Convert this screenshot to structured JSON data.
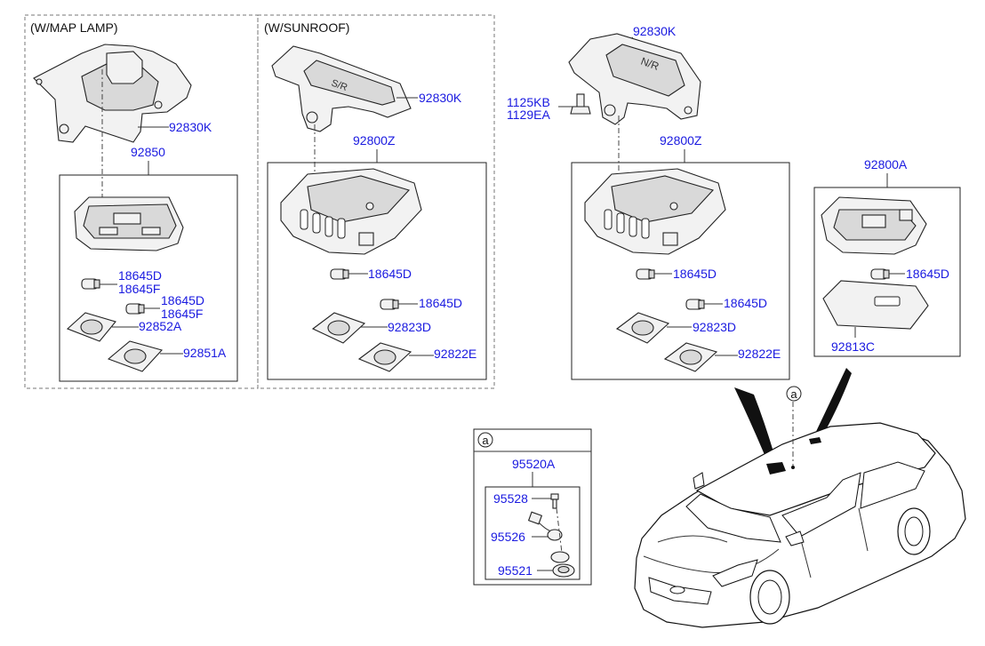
{
  "groups": {
    "map_lamp": {
      "title": "(W/MAP LAMP)",
      "bracket": "92830K",
      "assembly": "92850",
      "bulb1_a": "18645D",
      "bulb1_b": "18645F",
      "bulb2_a": "18645D",
      "bulb2_b": "18645F",
      "lens": "92852A",
      "lens2": "92851A"
    },
    "sunroof": {
      "title": "(W/SUNROOF)",
      "bracket": "92830K",
      "assembly": "92800Z",
      "bulb1": "18645D",
      "bulb2": "18645D",
      "lens": "92823D",
      "lens2": "92822E"
    },
    "standard": {
      "bracket": "92830K",
      "bolt_a": "1125KB",
      "bolt_b": "1129EA",
      "assembly": "92800Z",
      "bulb1": "18645D",
      "bulb2": "18645D",
      "lens": "92823D",
      "lens2": "92822E"
    },
    "room_lamp": {
      "assembly": "92800A",
      "bulb": "18645D",
      "lens": "92813C"
    },
    "detail_a": {
      "marker": "a",
      "assembly": "95520A",
      "screw": "95528",
      "harness": "95526",
      "base": "95521"
    },
    "car_callout": "a"
  }
}
